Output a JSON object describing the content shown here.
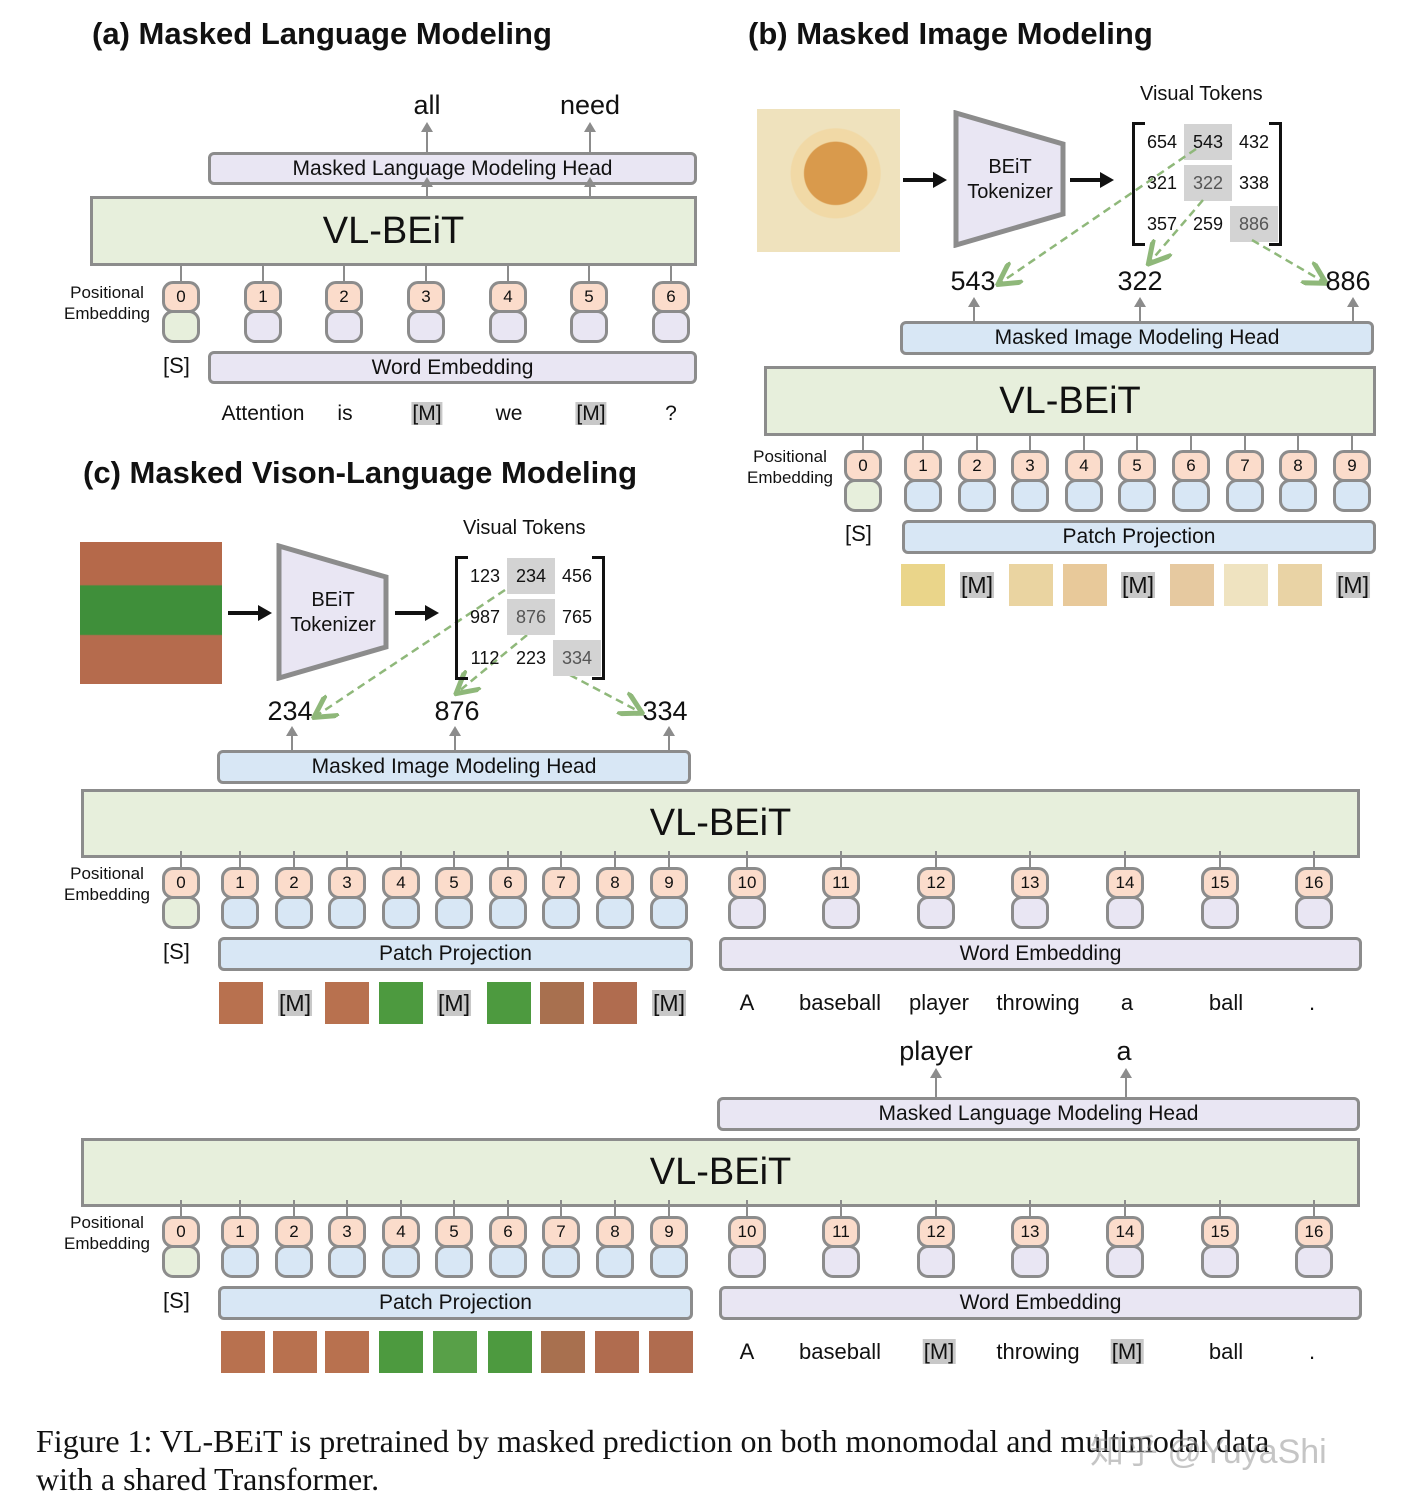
{
  "panel_a": {
    "title": "(a) Masked Language Modeling",
    "outputs": [
      "all",
      "need"
    ],
    "head_label": "Masked Language Modeling Head",
    "core_label": "VL-BEiT",
    "positional_label_1": "Positional",
    "positional_label_2": "Embedding",
    "positions": [
      "0",
      "1",
      "2",
      "3",
      "4",
      "5",
      "6"
    ],
    "special_token": "[S]",
    "embedding_label": "Word Embedding",
    "words": [
      "Attention",
      "is",
      "[M]",
      "we",
      "[M]",
      "?"
    ],
    "masked_indices": [
      2,
      4
    ]
  },
  "panel_b": {
    "title": "(b) Masked Image Modeling",
    "tokenizer_label_1": "BEiT",
    "tokenizer_label_2": "Tokenizer",
    "visual_tokens_label": "Visual Tokens",
    "matrix": [
      [
        "654",
        "543",
        "432"
      ],
      [
        "321",
        "322",
        "338"
      ],
      [
        "357",
        "259",
        "886"
      ]
    ],
    "highlighted_cells": [
      [
        0,
        1
      ],
      [
        1,
        1
      ],
      [
        2,
        2
      ]
    ],
    "outputs": [
      "543",
      "322",
      "886"
    ],
    "head_label": "Masked Image Modeling Head",
    "core_label": "VL-BEiT",
    "positional_label_1": "Positional",
    "positional_label_2": "Embedding",
    "positions": [
      "0",
      "1",
      "2",
      "3",
      "4",
      "5",
      "6",
      "7",
      "8",
      "9"
    ],
    "special_token": "[S]",
    "embedding_label": "Patch Projection",
    "patches": [
      "patch",
      "[M]",
      "patch",
      "patch",
      "[M]",
      "patch",
      "patch",
      "patch",
      "[M]"
    ]
  },
  "panel_c": {
    "title": "(c) Masked Vison-Language Modeling",
    "tokenizer_label_1": "BEiT",
    "tokenizer_label_2": "Tokenizer",
    "visual_tokens_label": "Visual Tokens",
    "matrix": [
      [
        "123",
        "234",
        "456"
      ],
      [
        "987",
        "876",
        "765"
      ],
      [
        "112",
        "223",
        "334"
      ]
    ],
    "highlighted_cells": [
      [
        0,
        1
      ],
      [
        1,
        1
      ],
      [
        2,
        2
      ]
    ],
    "image_outputs": [
      "234",
      "876",
      "334"
    ],
    "image_head_label": "Masked Image Modeling Head",
    "core_label": "VL-BEiT",
    "positional_label_1": "Positional",
    "positional_label_2": "Embedding",
    "positions": [
      "0",
      "1",
      "2",
      "3",
      "4",
      "5",
      "6",
      "7",
      "8",
      "9",
      "10",
      "11",
      "12",
      "13",
      "14",
      "15",
      "16"
    ],
    "special_token": "[S]",
    "patch_label": "Patch Projection",
    "word_label": "Word Embedding",
    "patches_masked": [
      "patch",
      "[M]",
      "patch",
      "patch",
      "[M]",
      "patch",
      "patch",
      "patch",
      "[M]"
    ],
    "words_full": [
      "A",
      "baseball",
      "player",
      "throwing",
      "a",
      "ball",
      "."
    ],
    "text_outputs": [
      "player",
      "a"
    ],
    "text_head_label": "Masked Language Modeling Head",
    "patches_full": [
      "patch",
      "patch",
      "patch",
      "patch",
      "patch",
      "patch",
      "patch",
      "patch",
      "patch"
    ],
    "words_masked": [
      "A",
      "baseball",
      "[M]",
      "throwing",
      "[M]",
      "ball",
      "."
    ]
  },
  "caption": {
    "line1": "Figure 1:  VL-BEiT is pretrained by masked prediction on both monomodal and multimodal data",
    "line2": "with a shared Transformer."
  },
  "watermark": "知乎 @YuyaShi",
  "colors": {
    "text_embedding": "#e9e6f3",
    "image_embedding": "#d8e7f5",
    "special_embedding": "#e7efdc",
    "core": "#e7efdc",
    "positional": "#fbdccb",
    "mask": "#c8c8c8",
    "dashed_arrow": "#8fb87a",
    "border": "#8c8c8c"
  }
}
